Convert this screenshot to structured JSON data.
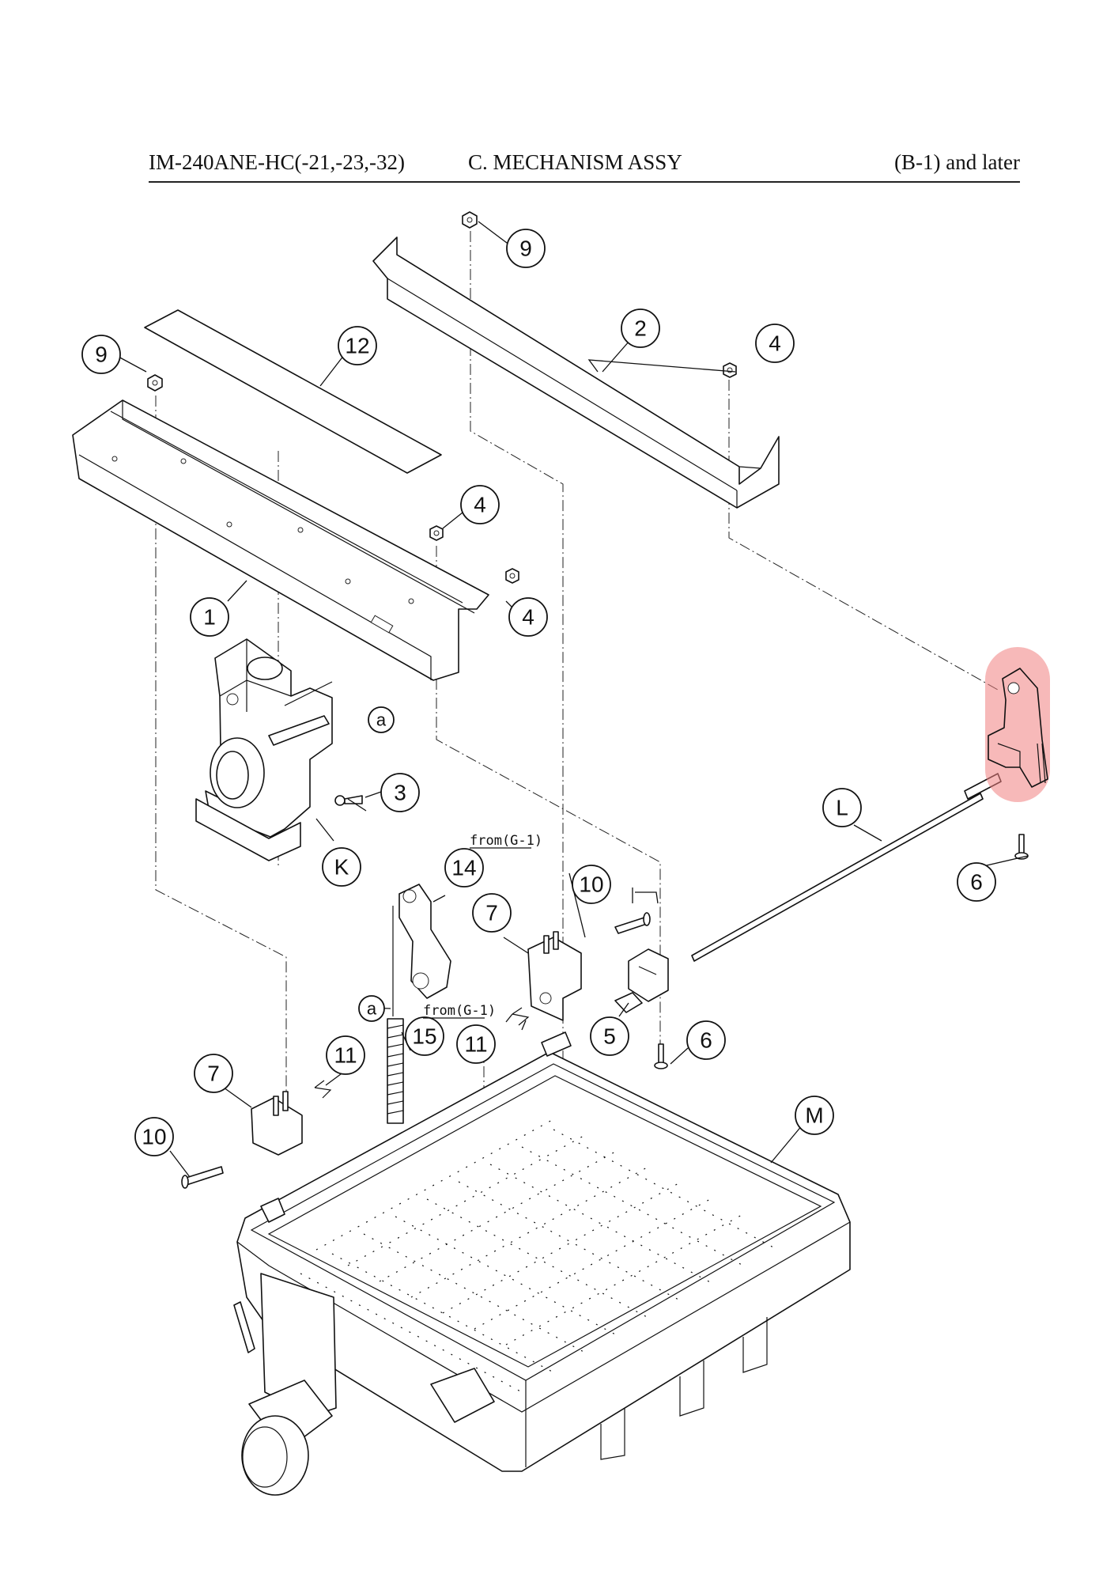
{
  "header": {
    "model": "IM-240ANE-HC(-21,-23,-32)",
    "title": "C. MECHANISM ASSY",
    "range": "(B-1) and later"
  },
  "callouts": {
    "c1": "1",
    "c2": "2",
    "c3": "3",
    "c4a": "4",
    "c4b": "4",
    "c4c": "4",
    "c5": "5",
    "c6a": "6",
    "c6b": "6",
    "c7a": "7",
    "c7b": "7",
    "c9a": "9",
    "c9b": "9",
    "c10a": "10",
    "c10b": "10",
    "c11a": "11",
    "c11b": "11",
    "c12": "12",
    "c14": "14",
    "c15": "15",
    "cK": "K",
    "cL": "L",
    "cM": "M",
    "ca1": "a",
    "ca2": "a"
  },
  "notes": {
    "from1": "from(G-1)",
    "from2": "from(G-1)"
  },
  "highlight_color": "#f08080"
}
